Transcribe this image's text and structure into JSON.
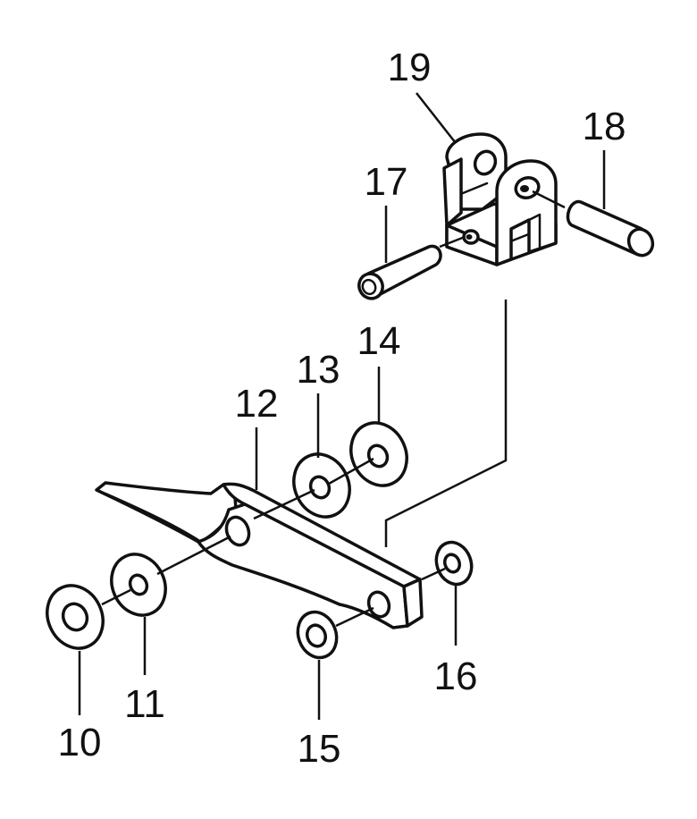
{
  "diagram": {
    "labels": {
      "p10": "10",
      "p11": "11",
      "p12": "12",
      "p13": "13",
      "p14": "14",
      "p15": "15",
      "p16": "16",
      "p17": "17",
      "p18": "18",
      "p19": "19"
    }
  }
}
